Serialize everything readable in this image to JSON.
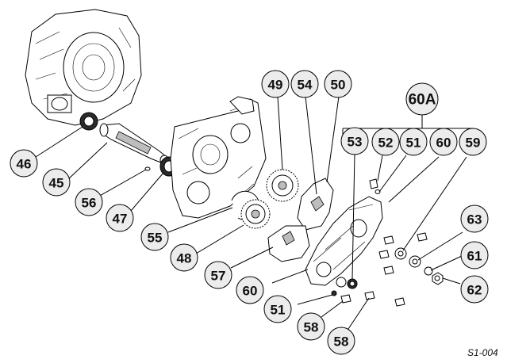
{
  "figure_id": "S1-004",
  "group_label": "60A",
  "callouts": [
    {
      "id": "c46",
      "label": "46"
    },
    {
      "id": "c45",
      "label": "45"
    },
    {
      "id": "c56",
      "label": "56"
    },
    {
      "id": "c47",
      "label": "47"
    },
    {
      "id": "c55",
      "label": "55"
    },
    {
      "id": "c48",
      "label": "48"
    },
    {
      "id": "c57",
      "label": "57"
    },
    {
      "id": "c49",
      "label": "49"
    },
    {
      "id": "c54",
      "label": "54"
    },
    {
      "id": "c50",
      "label": "50"
    },
    {
      "id": "c53",
      "label": "53"
    },
    {
      "id": "c52",
      "label": "52"
    },
    {
      "id": "c51a",
      "label": "51"
    },
    {
      "id": "c60a",
      "label": "60"
    },
    {
      "id": "c59",
      "label": "59"
    },
    {
      "id": "c63",
      "label": "63"
    },
    {
      "id": "c61",
      "label": "61"
    },
    {
      "id": "c62",
      "label": "62"
    },
    {
      "id": "c60b",
      "label": "60"
    },
    {
      "id": "c51b",
      "label": "51"
    },
    {
      "id": "c58a",
      "label": "58"
    },
    {
      "id": "c58b",
      "label": "58"
    }
  ]
}
